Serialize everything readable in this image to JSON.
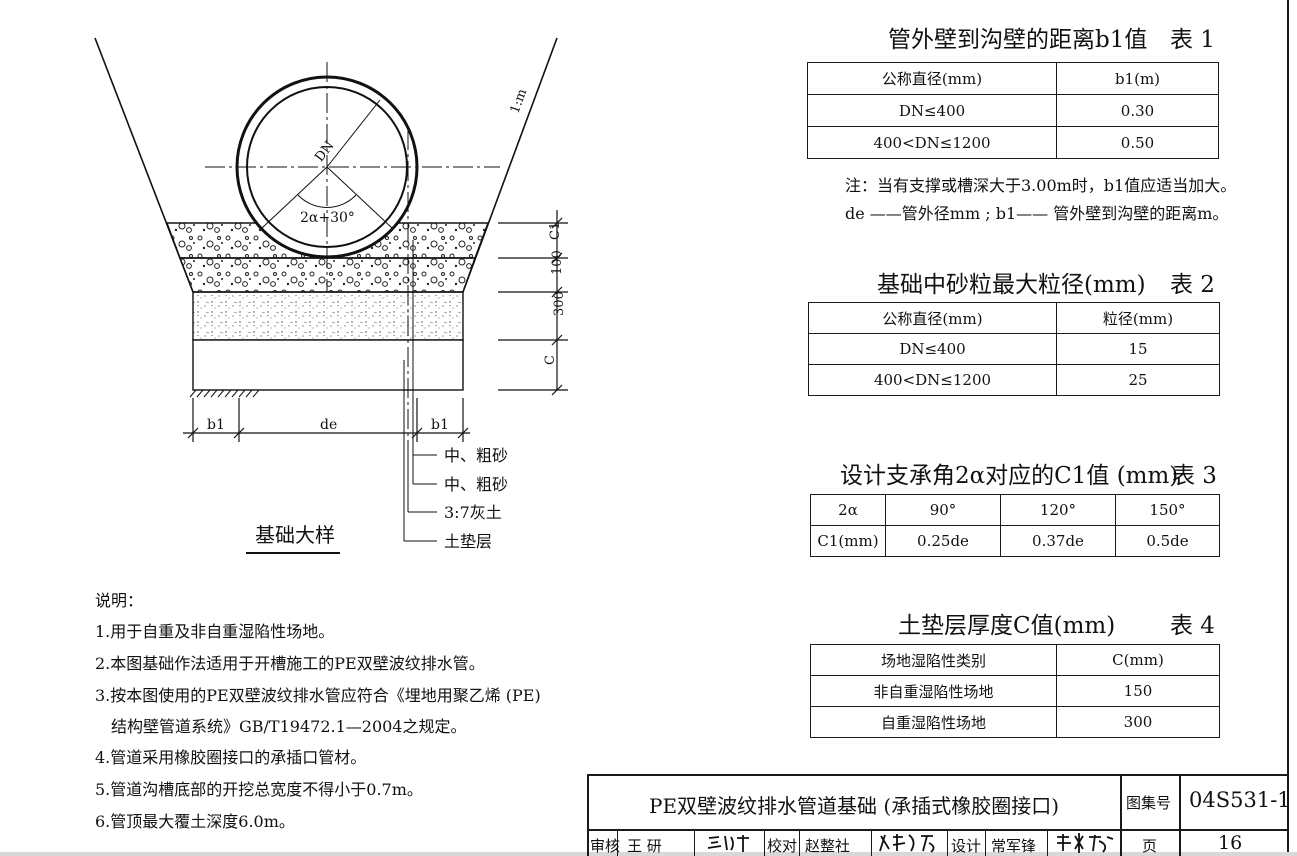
{
  "drawing": {
    "dim_c1": "C1",
    "dim_100": "100",
    "dim_300": "300",
    "dim_c": "C",
    "slope": "1:m",
    "dn": "DN",
    "angle": "2α+30°",
    "b1_left": "b1",
    "de": "de",
    "b1_right": "b1",
    "legend": [
      "中、粗砂",
      "中、粗砂",
      "3:7灰土",
      "土垫层"
    ],
    "caption": "基础大样"
  },
  "table1": {
    "title": "管外壁到沟壁的距离b1值",
    "no": "表 1",
    "header": [
      "公称直径(mm)",
      "b1(m)"
    ],
    "rows": [
      [
        "DN≤400",
        "0.30"
      ],
      [
        "400<DN≤1200",
        "0.50"
      ]
    ],
    "note1": "注：当有支撑或槽深大于3.00m时，b1值应适当加大。",
    "note2": "de ——管外径mm ; b1—— 管外壁到沟壁的距离m。"
  },
  "table2": {
    "title": "基础中砂粒最大粒径(mm)",
    "no": "表 2",
    "header": [
      "公称直径(mm)",
      "粒径(mm)"
    ],
    "rows": [
      [
        "DN≤400",
        "15"
      ],
      [
        "400<DN≤1200",
        "25"
      ]
    ]
  },
  "table3": {
    "title": "设计支承角2α对应的C1值 (mm)",
    "no": "表 3",
    "row1": [
      "2α",
      "90°",
      "120°",
      "150°"
    ],
    "row2": [
      "C1(mm)",
      "0.25de",
      "0.37de",
      "0.5de"
    ]
  },
  "table4": {
    "title": "土垫层厚度C值(mm)",
    "no": "表 4",
    "header": [
      "场地湿陷性类别",
      "C(mm)"
    ],
    "rows": [
      [
        "非自重湿陷性场地",
        "150"
      ],
      [
        "自重湿陷性场地",
        "300"
      ]
    ]
  },
  "explanation": {
    "heading": "说明：",
    "items": [
      "1.用于自重及非自重湿陷性场地。",
      "2.本图基础作法适用于开槽施工的PE双壁波纹排水管。",
      "3.按本图使用的PE双壁波纹排水管应符合《埋地用聚乙烯 (PE)",
      "结构壁管道系统》GB/T19472.1—2004之规定。",
      "4.管道采用橡胶圈接口的承插口管材。",
      "5.管道沟槽底部的开挖总宽度不得小于0.7m。",
      "6.管顶最大覆土深度6.0m。"
    ]
  },
  "title_block": {
    "title": "PE双壁波纹排水管道基础 (承插式橡胶圈接口)",
    "atlas_label": "图集号",
    "atlas_no": "04S531-1",
    "review_label": "审核",
    "reviewer": "王 研",
    "check_label": "校对",
    "checker": "赵整社",
    "design_label": "设计",
    "designer": "常军锋",
    "page_label": "页",
    "page_no": "16"
  }
}
